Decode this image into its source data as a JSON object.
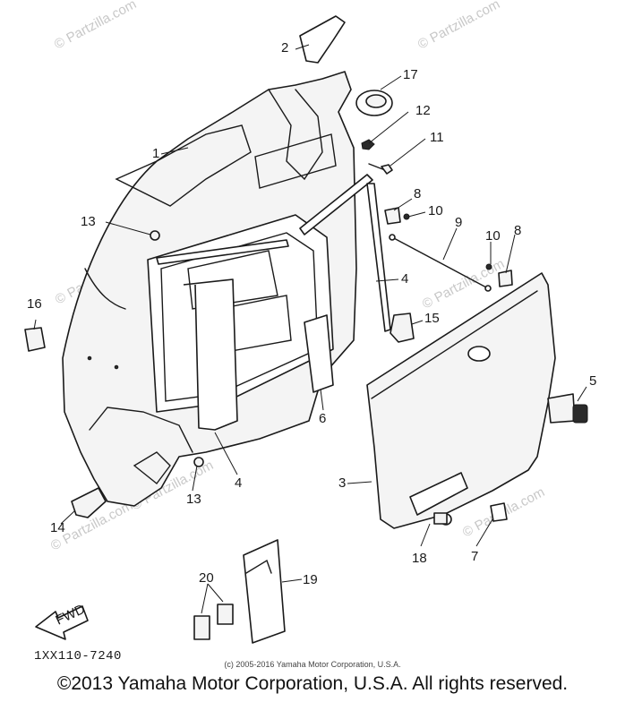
{
  "watermark": "© Partzilla.com",
  "callouts": {
    "c1": "1",
    "c2": "2",
    "c3": "3",
    "c4a": "4",
    "c4b": "4",
    "c5": "5",
    "c6": "6",
    "c7": "7",
    "c8a": "8",
    "c8b": "8",
    "c9": "9",
    "c10a": "10",
    "c10b": "10",
    "c11": "11",
    "c12": "12",
    "c13a": "13",
    "c13b": "13",
    "c14": "14",
    "c15": "15",
    "c16": "16",
    "c17": "17",
    "c18": "18",
    "c19": "19",
    "c20": "20"
  },
  "fwd_label": "FWD",
  "diagram_code": "1XX110-7240",
  "small_copyright": "(c) 2005-2016 Yamaha Motor Corporation, U.S.A.",
  "footer_copyright": "©2013 Yamaha Motor Corporation, U.S.A. All rights reserved."
}
